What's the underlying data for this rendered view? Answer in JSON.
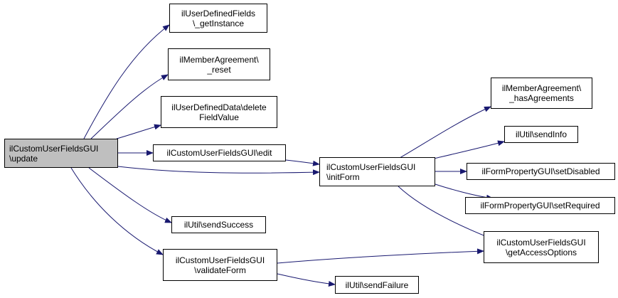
{
  "colors": {
    "edge": "#191970",
    "node_border": "#000000",
    "node_fill": "#ffffff",
    "root_fill": "#bfbfbf"
  },
  "nodes": {
    "root": {
      "line1": "ilCustomUserFieldsGUI",
      "line2": "\\update"
    },
    "get_instance": {
      "line1": "ilUserDefinedFields",
      "line2": "\\_getInstance"
    },
    "member_reset": {
      "line1": "ilMemberAgreement\\",
      "line2": "_reset"
    },
    "delete_field_value": {
      "line1": "ilUserDefinedData\\delete",
      "line2": "FieldValue"
    },
    "edit": {
      "line1": "ilCustomUserFieldsGUI\\edit"
    },
    "init_form": {
      "line1": "ilCustomUserFieldsGUI",
      "line2": "\\initForm"
    },
    "send_success": {
      "line1": "ilUtil\\sendSuccess"
    },
    "validate_form": {
      "line1": "ilCustomUserFieldsGUI",
      "line2": "\\validateForm"
    },
    "has_agreements": {
      "line1": "ilMemberAgreement\\",
      "line2": "_hasAgreements"
    },
    "send_info": {
      "line1": "ilUtil\\sendInfo"
    },
    "set_disabled": {
      "line1": "ilFormPropertyGUI\\setDisabled"
    },
    "set_required": {
      "line1": "ilFormPropertyGUI\\setRequired"
    },
    "get_access_options": {
      "line1": "ilCustomUserFieldsGUI",
      "line2": "\\getAccessOptions"
    },
    "send_failure": {
      "line1": "ilUtil\\sendFailure"
    }
  }
}
